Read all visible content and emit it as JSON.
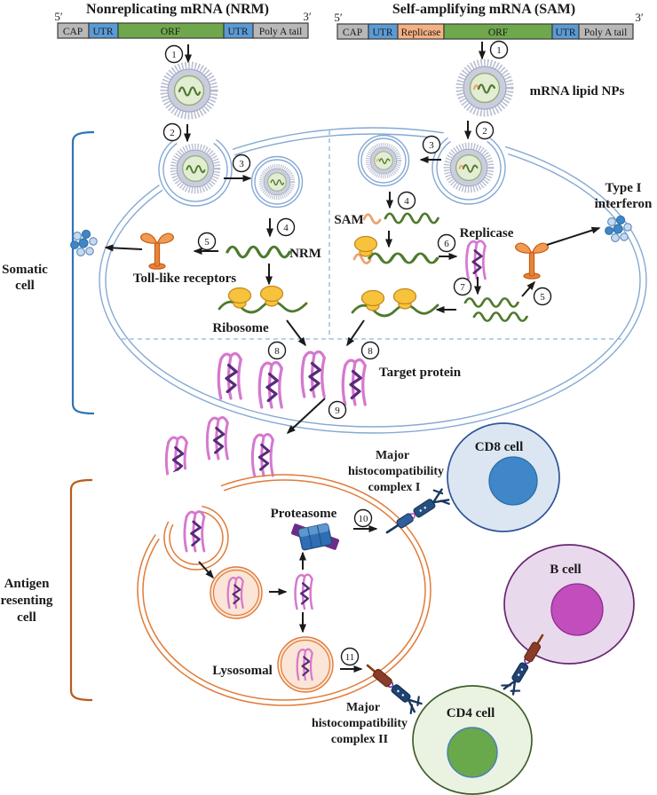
{
  "constructs": {
    "nrm": {
      "title": "Nonreplicating mRNA (NRM)",
      "five_prime": "5′",
      "three_prime": "3′",
      "segments": [
        {
          "label": "CAP",
          "color": "#b8b8b8"
        },
        {
          "label": "UTR",
          "color": "#5b9bd5"
        },
        {
          "label": "ORF",
          "color": "#6fa84c"
        },
        {
          "label": "UTR",
          "color": "#5b9bd5"
        },
        {
          "label": "Poly A tail",
          "color": "#b8b8b8"
        }
      ]
    },
    "sam": {
      "title": "Self-amplifying mRNA (SAM)",
      "five_prime": "5′",
      "three_prime": "3′",
      "segments": [
        {
          "label": "CAP",
          "color": "#b8b8b8"
        },
        {
          "label": "UTR",
          "color": "#5b9bd5"
        },
        {
          "label": "Replicase",
          "color": "#f4b183"
        },
        {
          "label": "ORF",
          "color": "#6fa84c"
        },
        {
          "label": "UTR",
          "color": "#5b9bd5"
        },
        {
          "label": "Poly A tail",
          "color": "#b8b8b8"
        }
      ]
    }
  },
  "steps": {
    "s1": "1",
    "s2": "2",
    "s3": "3",
    "s4": "4",
    "s5": "5",
    "s6": "6",
    "s7": "7",
    "s8": "8",
    "s9": "9",
    "s10": "10",
    "s11": "11"
  },
  "labels": {
    "mrna_lipid_nps": "mRNA lipid NPs",
    "somatic_cell_line1": "Somatic",
    "somatic_cell_line2": "cell",
    "toll_like_receptors": "Toll-like receptors",
    "nrm": "NRM",
    "sam": "SAM",
    "replicase": "Replicase",
    "ribosome": "Ribosome",
    "type1_line1": "Type I",
    "type1_line2": "interferon",
    "target_protein": "Target protein",
    "antigen_line1": "Antigen",
    "antigen_line2": "resenting",
    "antigen_line3": "cell",
    "proteasome": "Proteasome",
    "lysosomal": "Lysosomal",
    "mhc1_line1": "Major",
    "mhc1_line2": "histocompatibility",
    "mhc1_line3": "complex I",
    "mhc2_line1": "Major",
    "mhc2_line2": "histocompatibility",
    "mhc2_line3": "complex II",
    "cd8_cell": "CD8 cell",
    "b_cell": "B cell",
    "cd4_cell": "CD4 cell"
  },
  "colors": {
    "membrane_blue": "#85a9d4",
    "apc_orange": "#e07b39",
    "utr_blue": "#5b9bd5",
    "orf_green": "#6fa84c",
    "replicase_orange": "#f4b183",
    "segment_gray": "#b8b8b8",
    "mrna_green": "#4e7a2c",
    "protein_magenta": "#d678cf",
    "ribosome_gold": "#f7c33d",
    "tlr_orange": "#e8833a",
    "interferon_blue": "#3f86c8",
    "cd8_fill": "#dbe6f2",
    "bcell_fill": "#e9d9ed",
    "cd4_fill": "#eaf3e2",
    "bracket_blue": "#2e75b6",
    "bracket_brown": "#b85c1e"
  }
}
